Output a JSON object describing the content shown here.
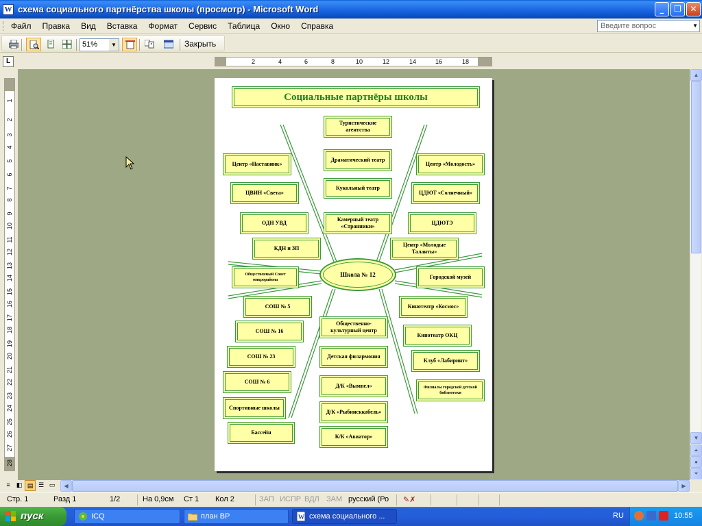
{
  "window": {
    "title": "схема социального партнёрства школы (просмотр) - Microsoft Word",
    "app_icon": "W",
    "controls": [
      "minimize-icon",
      "restore-icon",
      "close-icon"
    ]
  },
  "menu": {
    "items": [
      "Файл",
      "Правка",
      "Вид",
      "Вставка",
      "Формат",
      "Сервис",
      "Таблица",
      "Окно",
      "Справка"
    ],
    "ask_placeholder": "Введите вопрос"
  },
  "toolbar": {
    "zoom": "51%",
    "close_label": "Закрыть"
  },
  "ruler": {
    "h_ticks": [
      "2",
      "4",
      "6",
      "8",
      "10",
      "12",
      "14",
      "16",
      "18"
    ],
    "v_ticks": [
      "1",
      "2",
      "3",
      "4",
      "5",
      "6",
      "7",
      "8",
      "9",
      "10",
      "11",
      "12",
      "13",
      "14",
      "15",
      "16",
      "17",
      "18",
      "19",
      "20",
      "21",
      "22",
      "23",
      "24",
      "25",
      "26",
      "27",
      "28"
    ],
    "corner": "L"
  },
  "diagram": {
    "title": "Социальные партнёры школы",
    "center": "Школа № 12",
    "top_column": [
      "Туристические агентства",
      "Драматический театр",
      "Кукольный театр",
      "Камерный театр «Странники»"
    ],
    "left_column": [
      "Центр «Наставник»",
      "ЦВИН «Света»",
      "ОДН УВД",
      "КДН и ЗП",
      "Общественный Совет микрорайона",
      "СОШ № 5",
      "СОШ № 16",
      "СОШ № 23",
      "СОШ № 6",
      "Спортивные школы",
      "Бассейн"
    ],
    "right_column": [
      "Центр «Молодость»",
      "ЦДЮТ «Солнечный»",
      "ЦДЮТЭ",
      "Центр «Молодые Таланты»",
      "Городской музей",
      "Кинотеатр «Космос»",
      "Кинотеатр ОКЦ",
      "Клуб «Лабиринт»",
      "Филиалы городской детской библиотеки"
    ],
    "bottom_column": [
      "Общественно-культурный центр",
      "Детская филармония",
      "Д/К «Вымпел»",
      "Д/К «Рыбинсккабель»",
      "К/К «Авиатор»"
    ]
  },
  "statusbar": {
    "page": "Стр. 1",
    "section": "Разд 1",
    "pages": "1/2",
    "at": "На 0,9см",
    "line": "Ст 1",
    "col": "Кол 2",
    "rec": "ЗАП",
    "trk": "ИСПР",
    "ext": "ВДЛ",
    "ovr": "ЗАМ",
    "lang": "русский (Ро"
  },
  "taskbar": {
    "start": "пуск",
    "tasks": [
      "ICQ",
      "план ВР",
      "схема социального ..."
    ],
    "lang": "RU",
    "clock": "10:55"
  },
  "colors": {
    "box_fill": "#ffffa6",
    "box_border": "#3c9a3c",
    "title_text": "#1e7f1e",
    "workspace": "#9ea885",
    "titlebar": "#1d6ae5"
  }
}
